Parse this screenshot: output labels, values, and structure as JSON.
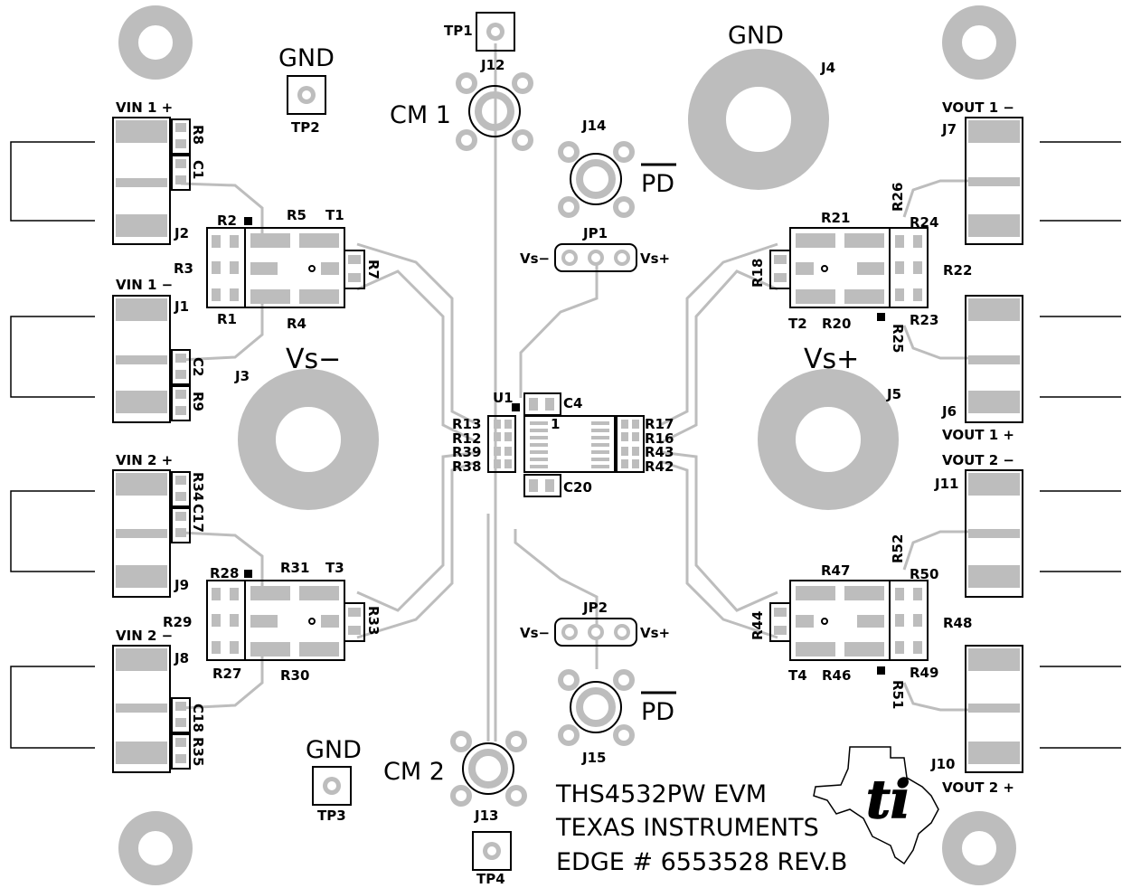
{
  "board": {
    "title_lines": [
      "THS4532PW EVM",
      "TEXAS INSTRUMENTS",
      "EDGE # 6553528 REV.B"
    ],
    "net_labels": {
      "gnd_top_left": "GND",
      "gnd_top_center": "GND",
      "gnd_bottom_left": "GND",
      "cm1": "CM 1",
      "cm2": "CM 2",
      "vs_minus_big": "Vs−",
      "vs_plus_big": "Vs+",
      "pd_top": "PD",
      "pd_bottom": "PD",
      "vin1_plus": "VIN 1 +",
      "vin1_minus": "VIN 1 −",
      "vin2_plus": "VIN 2 +",
      "vin2_minus": "VIN 2 −",
      "vout1_minus": "VOUT 1 −",
      "vout1_plus": "VOUT 1 +",
      "vout2_minus": "VOUT 2 −",
      "vout2_plus": "VOUT 2 +",
      "jp1_left": "Vs−",
      "jp1_right": "Vs+",
      "jp2_left": "Vs−",
      "jp2_right": "Vs+",
      "u1_pin1": "1"
    },
    "refdes": {
      "TP1": "TP1",
      "TP2": "TP2",
      "TP3": "TP3",
      "TP4": "TP4",
      "J1": "J1",
      "J2": "J2",
      "J3": "J3",
      "J4": "J4",
      "J5": "J5",
      "J6": "J6",
      "J7": "J7",
      "J8": "J8",
      "J9": "J9",
      "J10": "J10",
      "J11": "J11",
      "J12": "J12",
      "J13": "J13",
      "J14": "J14",
      "J15": "J15",
      "JP1": "JP1",
      "JP2": "JP2",
      "U1": "U1",
      "T1": "T1",
      "T2": "T2",
      "T3": "T3",
      "T4": "T4",
      "C1": "C1",
      "C2": "C2",
      "C4": "C4",
      "C17": "C17",
      "C18": "C18",
      "C20": "C20",
      "R1": "R1",
      "R2": "R2",
      "R3": "R3",
      "R4": "R4",
      "R5": "R5",
      "R7": "R7",
      "R8": "R8",
      "R9": "R9",
      "R12": "R12",
      "R13": "R13",
      "R16": "R16",
      "R17": "R17",
      "R18": "R18",
      "R20": "R20",
      "R21": "R21",
      "R22": "R22",
      "R23": "R23",
      "R24": "R24",
      "R25": "R25",
      "R26": "R26",
      "R27": "R27",
      "R28": "R28",
      "R29": "R29",
      "R30": "R30",
      "R31": "R31",
      "R33": "R33",
      "R34": "R34",
      "R35": "R35",
      "R38": "R38",
      "R39": "R39",
      "R42": "R42",
      "R43": "R43",
      "R44": "R44",
      "R46": "R46",
      "R47": "R47",
      "R48": "R48",
      "R49": "R49",
      "R50": "R50",
      "R51": "R51",
      "R52": "R52"
    },
    "colors": {
      "copper": "#bdbdbd",
      "silkscreen": "#000000",
      "background": "#ffffff"
    },
    "logo": "ti-texas-logo"
  }
}
